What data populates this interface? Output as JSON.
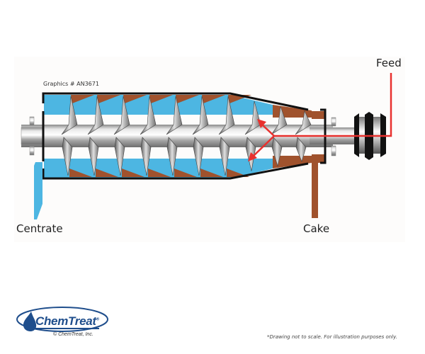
{
  "diagram": {
    "title_code": "Graphics # AN3671",
    "labels": {
      "feed": "Feed",
      "centrate": "Centrate",
      "cake": "Cake"
    },
    "colors": {
      "liquid": "#4db6e2",
      "solids": "#a0522d",
      "feed_line": "#e8312e",
      "bowl_outline": "#111111",
      "steel": "#b8b8b8"
    },
    "components": [
      "bowl",
      "scroll-conveyor",
      "shaft",
      "pulley",
      "feed-pipe",
      "centrate-outlet",
      "cake-outlet"
    ]
  },
  "footer": {
    "brand": "ChemTreat",
    "registered_mark": "®",
    "copyright": "© ChemTreat, Inc.",
    "disclaimer": "*Drawing not to scale. For illustration purposes only."
  }
}
